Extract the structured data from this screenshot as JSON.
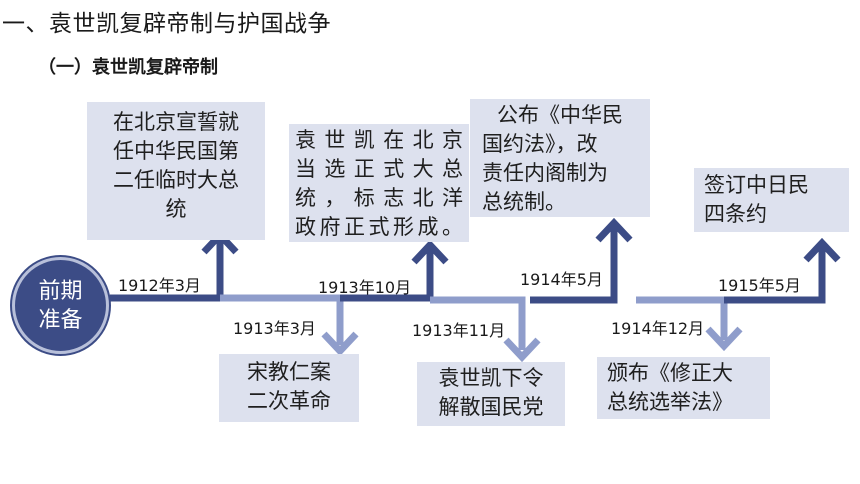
{
  "header": {
    "title": "一、袁世凯复辟帝制与护国战争",
    "subtitle": "（一）袁世凯复辟帝制"
  },
  "start_node": {
    "line1": "前期",
    "line2": "准备"
  },
  "colors": {
    "dark_arrow": "#3c4c86",
    "light_arrow": "#8f9dcb",
    "box_fill": "#dde1ee"
  },
  "events": [
    {
      "date": "1912年3月",
      "lines": [
        "在北京宣誓就",
        "任中华民国第",
        "二任临时大总",
        "统"
      ]
    },
    {
      "date": "1913年3月",
      "lines": [
        "宋教仁案",
        "二次革命"
      ]
    },
    {
      "date": "1913年10月",
      "lines": [
        "袁世凯在北京",
        "当选正式大总",
        "统，标志北洋",
        "政府正式形成。"
      ]
    },
    {
      "date": "1913年11月",
      "lines": [
        "袁世凯下令",
        "解散国民党"
      ]
    },
    {
      "date": "1914年5月",
      "lines": [
        "公布《中华民",
        "国约法》，改",
        "责任内阁制为",
        "总统制。"
      ]
    },
    {
      "date": "1914年12月",
      "lines": [
        "颁布《修正大",
        "总统选举法》"
      ]
    },
    {
      "date": "1915年5月",
      "lines": [
        "签订中日民",
        "四条约"
      ]
    }
  ]
}
